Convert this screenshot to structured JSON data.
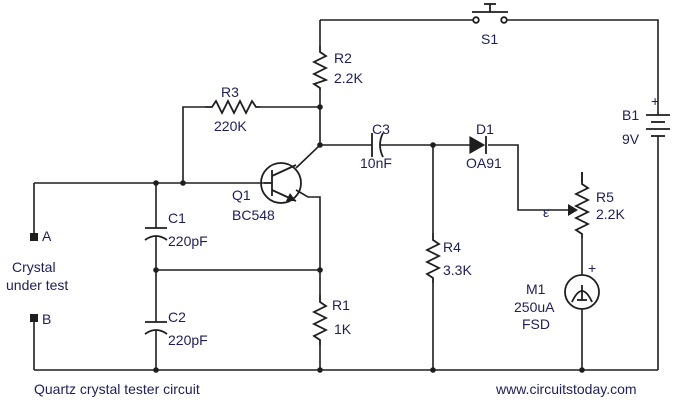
{
  "colors": {
    "wire": "#1e1e1e",
    "label": "#1e1e5a",
    "background": "#ffffff"
  },
  "components": {
    "s1": {
      "ref": "S1"
    },
    "r2": {
      "ref": "R2",
      "value": "2.2K"
    },
    "r3": {
      "ref": "R3",
      "value": "220K"
    },
    "b1": {
      "ref": "B1",
      "value": "9V"
    },
    "c3": {
      "ref": "C3",
      "value": "10nF"
    },
    "d1": {
      "ref": "D1",
      "value": "OA91"
    },
    "q1": {
      "ref": "Q1",
      "value": "BC548"
    },
    "c1": {
      "ref": "C1",
      "value": "220pF"
    },
    "c2": {
      "ref": "C2",
      "value": "220pF"
    },
    "r4": {
      "ref": "R4",
      "value": "3.3K"
    },
    "r5": {
      "ref": "R5",
      "value": "2.2K"
    },
    "r1": {
      "ref": "R1",
      "value": "1K"
    },
    "m1": {
      "ref": "M1",
      "value": "250uA",
      "extra": "FSD"
    }
  },
  "terminals": {
    "a": "A",
    "b": "B",
    "crystal_line1": "Crystal",
    "crystal_line2": "under test"
  },
  "wiper_symbol": "ε",
  "meter_plus": "+",
  "battery_plus": "+",
  "caption": "Quartz crystal tester circuit",
  "website": "www.circuitstoday.com"
}
